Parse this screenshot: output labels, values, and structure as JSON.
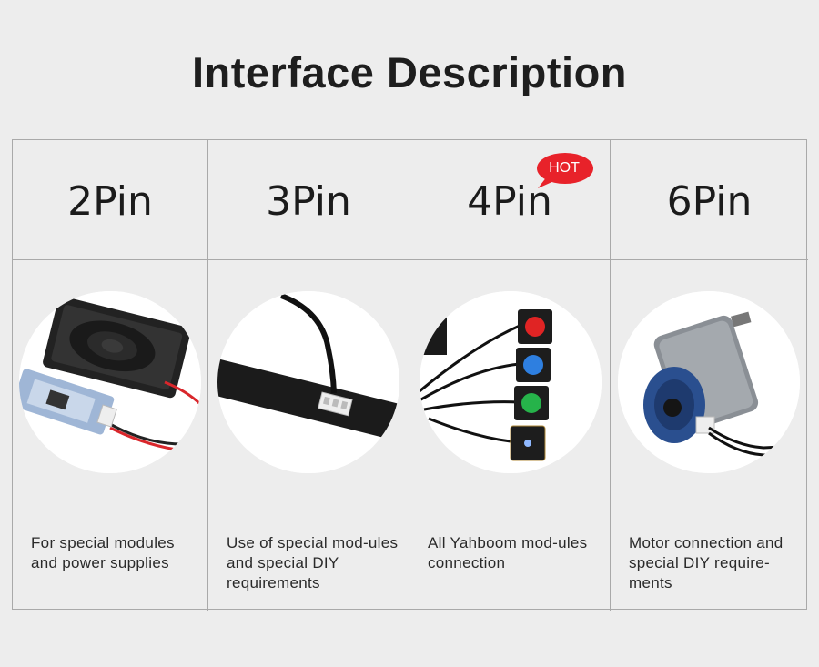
{
  "title": "Interface Description",
  "hot_badge": "HOT",
  "columns": [
    {
      "pin": "2Pin",
      "description": "For special modules and power supplies",
      "image": "speaker-and-usb-module-photo"
    },
    {
      "pin": "3Pin",
      "description": "Use of special mod-ules and special DIY requirements",
      "image": "3pin-cable-board-photo"
    },
    {
      "pin": "4Pin",
      "description": "All Yahboom mod-ules connection",
      "image": "4pin-led-modules-photo"
    },
    {
      "pin": "6Pin",
      "description": "Motor connection and special DIY require-ments",
      "image": "encoder-motor-photo"
    }
  ],
  "colors": {
    "background": "#ededed",
    "grid_line": "#a9a9a9",
    "hot_badge": "#e8222a"
  }
}
